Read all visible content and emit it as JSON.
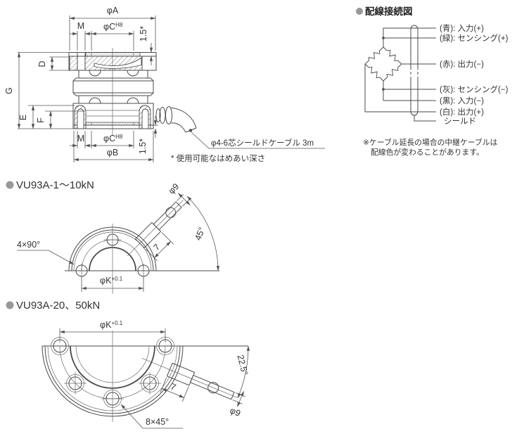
{
  "colors": {
    "line": "#4a4a4a",
    "bullet": "#999999",
    "text": "#333333"
  },
  "section": {
    "dim_phiA": "φA",
    "dim_M": "M",
    "dim_phiC": "φC",
    "sup_h8": "H8",
    "dim_depth": "1.5*",
    "dim_D": "D",
    "dim_G": "G",
    "dim_E": "E",
    "dim_F": "F",
    "dim_phiB": "φB",
    "cable_label": "φ4-6芯シールドケーブル 3m",
    "fit_note": "* 使用可能なはめあい深さ"
  },
  "wiring": {
    "title": "配線接続図",
    "wires": [
      {
        "label": "(青): 入力(+)"
      },
      {
        "label": "(緑): センシング(+)"
      },
      {
        "label": "(赤): 出力(−)"
      },
      {
        "label": "(灰): センシング(−)"
      },
      {
        "label": "(黒): 入力(−)"
      },
      {
        "label": "(白): 出力(+)"
      },
      {
        "label": "シールド"
      }
    ],
    "note_line1": "※ケーブル延長の場合の中継ケーブルは",
    "note_line2": "配線色が変わることがあります。"
  },
  "view1": {
    "title": "VU93A-1〜10kN",
    "dim_holes": "4×90°",
    "dim_phiK": "φK",
    "sup_tol": "+0.1",
    "dim_width": "7",
    "dim_phi9": "φ9",
    "dim_angle": "45°"
  },
  "view2": {
    "title": "VU93A-20、50kN",
    "dim_holes": "8×45°",
    "dim_phiK": "φK",
    "sup_tol": "+0.1",
    "dim_width": "7",
    "dim_phi9": "φ9",
    "dim_angle": "22.5°"
  }
}
